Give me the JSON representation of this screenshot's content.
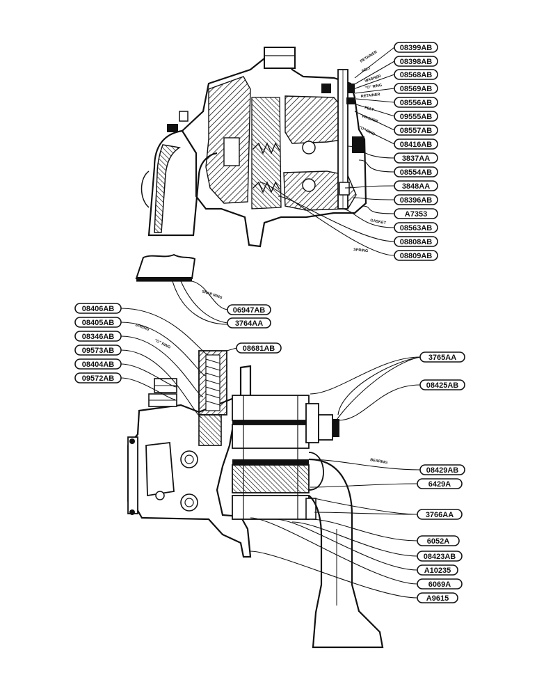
{
  "top_assembly": {
    "callouts": [
      "08399AB",
      "08398AB",
      "08568AB",
      "08569AB",
      "08556AB",
      "09555AB",
      "08557AB",
      "08416AB",
      "3837AA",
      "08554AB",
      "3848AA",
      "08396AB",
      "A7353",
      "08563AB",
      "08808AB",
      "08809AB"
    ],
    "notes": [
      "RETAINER",
      "FELT",
      "WASHER",
      "\"O\" RING",
      "RETAINER",
      "FELT",
      "WASHER",
      "\"O\" RING",
      "GASKET",
      "SPRING"
    ]
  },
  "snap_ring_detail": {
    "callouts": [
      "06947AB",
      "3764AA"
    ],
    "notes": [
      "SNAP RING"
    ]
  },
  "bottom_assembly": {
    "left_callouts": [
      "08406AB",
      "08405AB",
      "08346AB",
      "09573AB",
      "08404AB",
      "09572AB"
    ],
    "top_callout": "08681AB",
    "right_callouts": [
      "3765AA",
      "08425AB",
      "08429AB",
      "6429A",
      "3766AA",
      "6052A",
      "08423AB",
      "A10235",
      "6069A",
      "A9615"
    ],
    "notes": [
      "SPRING",
      "\"O\" RING",
      "BEARING"
    ]
  }
}
